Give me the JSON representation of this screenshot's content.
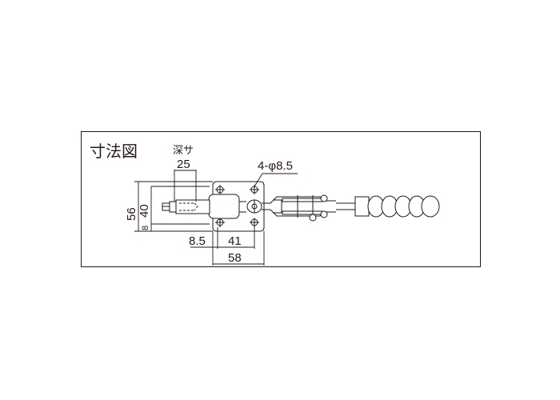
{
  "drawing": {
    "title": "寸法図",
    "labels": {
      "depth_label": "深サ",
      "depth_value": "25",
      "holes": "4-φ8.5",
      "height_total": "56",
      "height_inner": "40",
      "offset_bottom": "8",
      "offset_left": "8.5",
      "hole_pitch": "41",
      "base_width": "58"
    },
    "colors": {
      "line": "#231815",
      "background": "#ffffff"
    }
  }
}
